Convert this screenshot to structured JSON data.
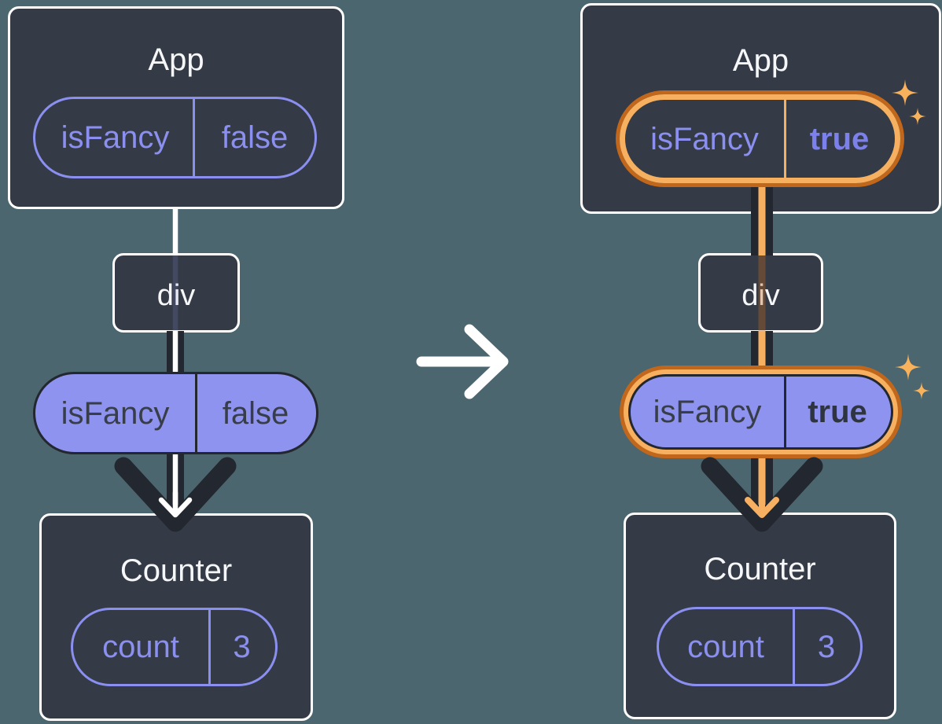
{
  "diagram": {
    "description": "React prop flow before and after state change",
    "icons": {
      "transition_arrow": "arrow-right-icon",
      "flow_arrow": "arrow-down-icon",
      "highlight": "sparkle-icon"
    },
    "colors": {
      "background": "#4c666f",
      "box_fill": "#343a46",
      "box_border": "#ffffff",
      "purple_outline": "#8a8ff0",
      "purple_fill": "#8f93f0",
      "dark": "#23272f",
      "orange_dark": "#c1671c",
      "orange_light": "#f6b05f",
      "sparkle": "#f8b25c",
      "title_text": "#f6f7f9"
    },
    "columns": {
      "left": {
        "app_box": {
          "title": "App",
          "pill": {
            "key": "isFancy",
            "value": "false"
          }
        },
        "div_box": {
          "title": "div"
        },
        "prop_pill": {
          "key": "isFancy",
          "value": "false"
        },
        "counter_box": {
          "title": "Counter",
          "pill": {
            "key": "count",
            "value": "3"
          }
        }
      },
      "right": {
        "app_box": {
          "title": "App",
          "pill": {
            "key": "isFancy",
            "value": "true"
          }
        },
        "div_box": {
          "title": "div"
        },
        "prop_pill": {
          "key": "isFancy",
          "value": "true"
        },
        "counter_box": {
          "title": "Counter",
          "pill": {
            "key": "count",
            "value": "3"
          }
        }
      }
    }
  }
}
